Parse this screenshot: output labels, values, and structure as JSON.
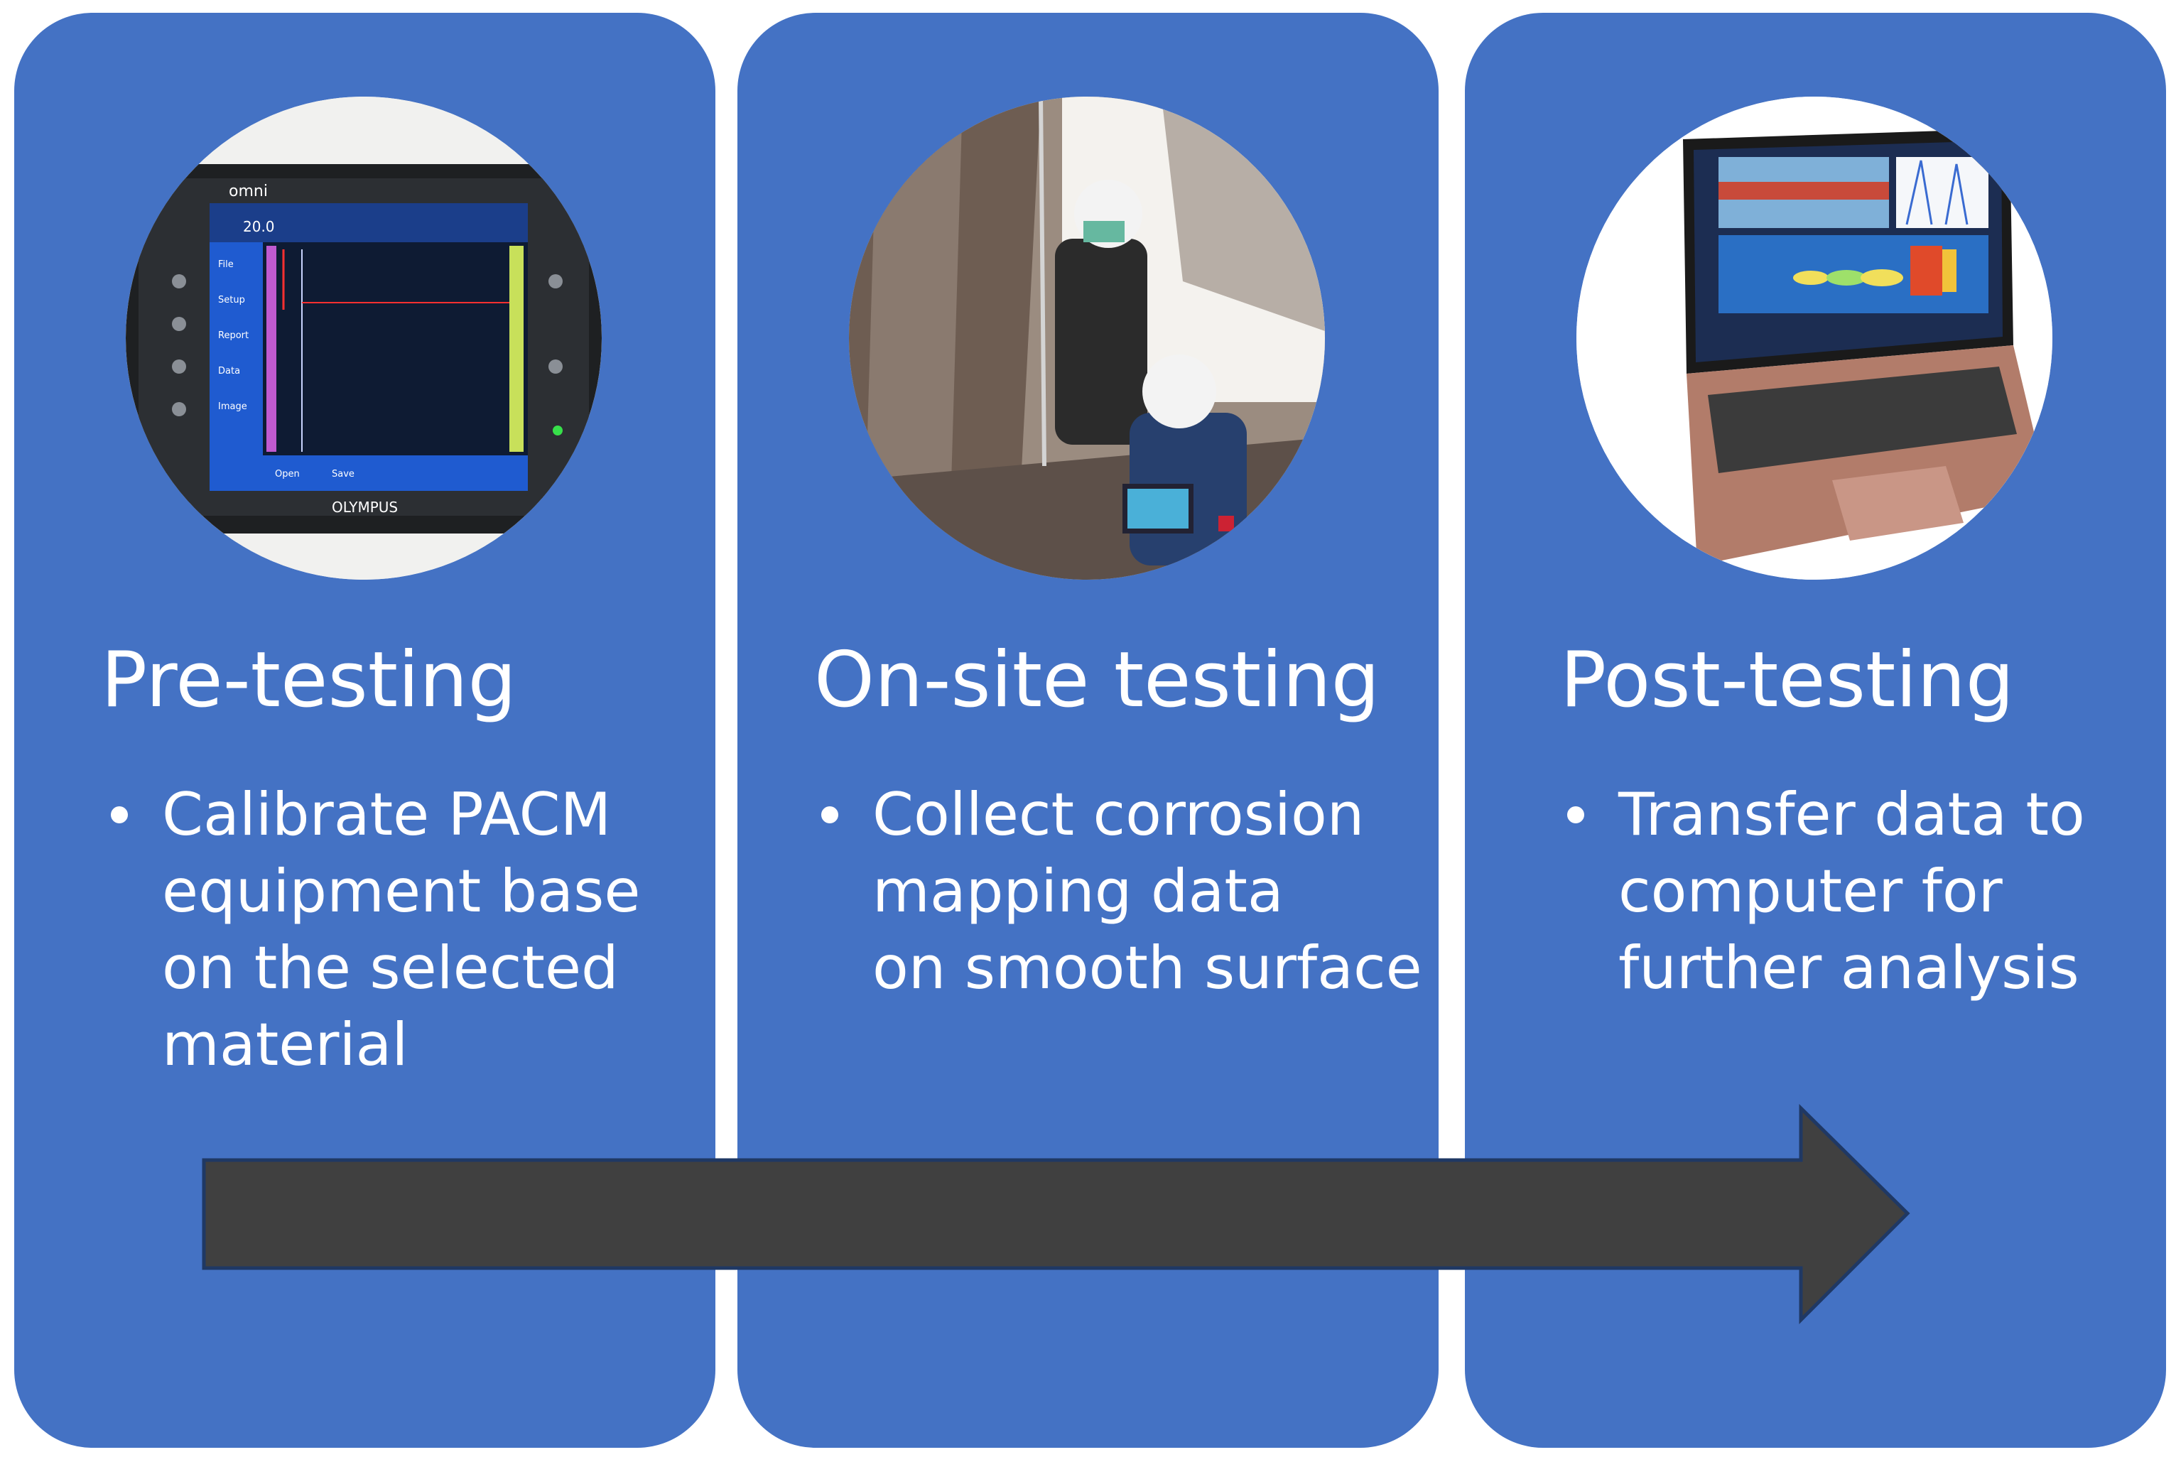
{
  "stages": [
    {
      "title": "Pre-testing",
      "bullets": [
        "Calibrate PACM equipment base on the selected material"
      ],
      "image": "ultrasonic-flaw-detector-photo",
      "device_screen_labels": [
        "omni",
        "OLYMPUS",
        "20.0",
        "File",
        "Setup",
        "Report",
        "Data",
        "Image",
        "Open",
        "Save"
      ]
    },
    {
      "title": "On-site testing",
      "bullets": [
        "Collect corrosion mapping data on smooth surface"
      ],
      "image": "technicians-scanning-pipe-photo"
    },
    {
      "title": "Post-testing",
      "bullets": [
        "Transfer data to computer for further analysis"
      ],
      "image": "laptop-c-scan-analysis-photo"
    }
  ],
  "arrow": {
    "direction": "right",
    "fill": "#404040",
    "stroke": "#1f3864"
  },
  "colors": {
    "panel": "#4472c4",
    "text": "#ffffff",
    "background": "#ffffff"
  }
}
